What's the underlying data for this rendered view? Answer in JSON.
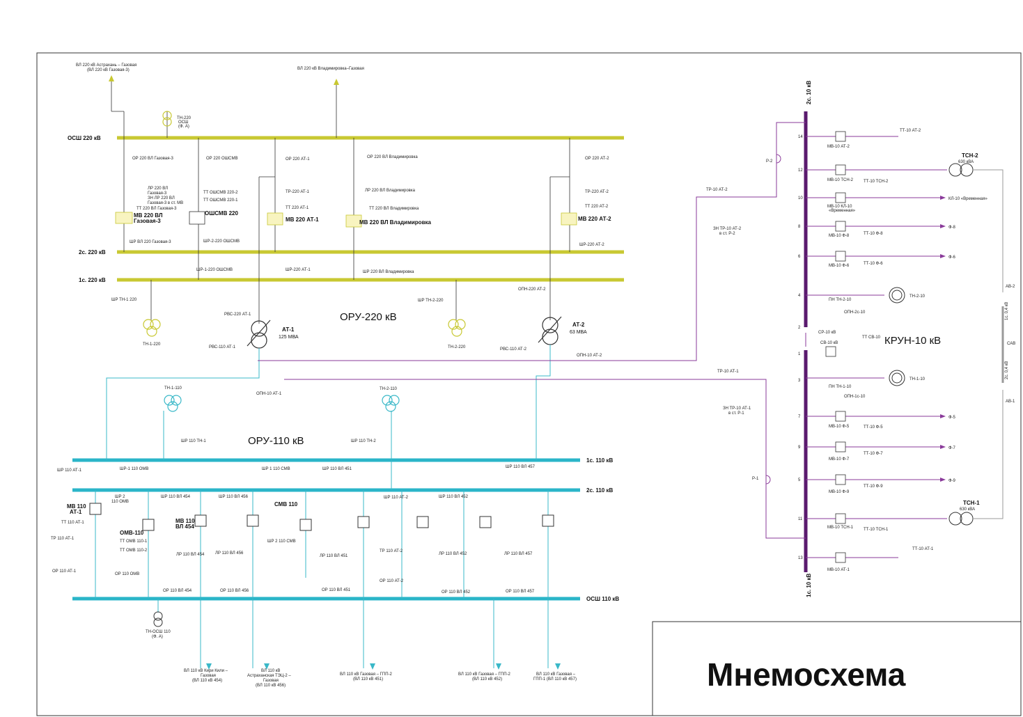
{
  "colors": {
    "bus220": "#c8c832",
    "bus110": "#2ab5c8",
    "line110": "#3ab8c8",
    "bus10": "#5a1a6e",
    "line10": "#8a3a9a",
    "ink": "#222222",
    "aux": "#9a9a9a"
  },
  "title_block": {
    "text": "Мнемосхема"
  },
  "buses220": [
    {
      "label": "ОСШ 220 кВ"
    },
    {
      "label": "2с. 220 кВ"
    },
    {
      "label": "1с. 220 кВ"
    }
  ],
  "buses110": [
    {
      "label": "1с. 110 кВ"
    },
    {
      "label": "2с. 110 кВ"
    },
    {
      "label": "ОСШ 110 кВ"
    }
  ],
  "bus10": {
    "sec2": "2с. 10 кВ",
    "sec1": "1с. 10 кВ"
  },
  "zones": {
    "oru220": "ОРУ-220 кВ",
    "oru110": "ОРУ-110 кВ",
    "krun": "КРУН-10 кВ"
  },
  "top_lines": [
    {
      "text": "ВЛ 220 кВ Астрахань – Газовая"
    },
    {
      "text": "(ВЛ 220 кВ Газовая-3)"
    },
    {
      "text": "ВЛ 220 кВ Владимировка–Газовая"
    }
  ],
  "labels220": [
    {
      "text": "ТН-220"
    },
    {
      "text": "ОСШ"
    },
    {
      "text": "(Ф. А)"
    },
    {
      "text": "ОР 220 ВЛ Газовая-3"
    },
    {
      "text": "ЛР 220 ВЛ"
    },
    {
      "text": "Газовая-3"
    },
    {
      "text": "ЗН ЛР 220 ВЛ"
    },
    {
      "text": "Газовая-3 в ст. МВ"
    },
    {
      "text": "ТТ 220 ВЛ Газовая-3"
    },
    {
      "text": "МВ 220 ВЛ"
    },
    {
      "text": "Газовая-3"
    },
    {
      "text": "ШР ВЛ 220 Газовая-3"
    },
    {
      "text": "ОР 220 ОШСМВ"
    },
    {
      "text": "ТТ ОШСМВ 220-2"
    },
    {
      "text": "ТТ ОШСМВ 220-1"
    },
    {
      "text": "ОШСМВ 220"
    },
    {
      "text": "ШР-2-220 ОШСМВ"
    },
    {
      "text": "ШР-1-220 ОШСМВ"
    },
    {
      "text": "ОР 220 АТ-1"
    },
    {
      "text": "ТР-220 АТ-1"
    },
    {
      "text": "ТТ 220 АТ-1"
    },
    {
      "text": "МВ 220 АТ-1"
    },
    {
      "text": "ШР-220 АТ-1"
    },
    {
      "text": "ОР 220 ВЛ Владимировка"
    },
    {
      "text": "ЛР 220 ВЛ Владимировка"
    },
    {
      "text": "ТТ 220 ВЛ Владимировка"
    },
    {
      "text": "МВ 220 ВЛ Владимировка"
    },
    {
      "text": "ШР 220 ВЛ Владимировка"
    },
    {
      "text": "ОР 220 АТ-2"
    },
    {
      "text": "ТР-220 АТ-2"
    },
    {
      "text": "ТТ 220 АТ-2"
    },
    {
      "text": "МВ 220 АТ-2"
    },
    {
      "text": "ШР-220 АТ-2"
    },
    {
      "text": "ШР ТН-1 220"
    },
    {
      "text": "ТН-1-220"
    },
    {
      "text": "ШР ТН-2-220"
    },
    {
      "text": "ТН-2-220"
    },
    {
      "text": "РВС-220 АТ-1"
    },
    {
      "text": "РВС-110 АТ-1"
    },
    {
      "text": "РВС-110 АТ-2"
    },
    {
      "text": "ОПН-220 АТ-2"
    },
    {
      "text": "ОПН-10 АТ-2"
    },
    {
      "text": "ОПН-10 АТ-1"
    }
  ],
  "transformers": [
    {
      "name": "АТ-1",
      "rating": "125 МВА"
    },
    {
      "name": "АТ-2",
      "rating": "63 МВА"
    }
  ],
  "labels110": [
    {
      "text": "ТН-1-110"
    },
    {
      "text": "ТН-2-110"
    },
    {
      "text": "ШР 110 ТН-1"
    },
    {
      "text": "ШР 110 ТН-2"
    },
    {
      "text": "ШР 110 АТ-1"
    },
    {
      "text": "ШР-1 110 ОМВ"
    },
    {
      "text": "ШР 2"
    },
    {
      "text": "110 ОМВ"
    },
    {
      "text": "МВ 110"
    },
    {
      "text": "АТ-1"
    },
    {
      "text": "ОМВ-110"
    },
    {
      "text": "ТТ ОМВ 110-1"
    },
    {
      "text": "ТТ ОМВ 110-2"
    },
    {
      "text": "ТР 110 АТ-1"
    },
    {
      "text": "ТТ 110 АТ-1"
    },
    {
      "text": "ОР 110 АТ-1"
    },
    {
      "text": "ОР 110 ОМВ"
    },
    {
      "text": "ШР 110 ВЛ 454"
    },
    {
      "text": "МВ 110"
    },
    {
      "text": "ВЛ 454"
    },
    {
      "text": "ЛР 110 ВЛ 454"
    },
    {
      "text": "ОР 110 ВЛ 454"
    },
    {
      "text": "ШР 110 ВЛ 456"
    },
    {
      "text": "ЛР 110 ВЛ 456"
    },
    {
      "text": "ОР 110 ВЛ 456"
    },
    {
      "text": "ШР 1 110 СМВ"
    },
    {
      "text": "СМВ 110"
    },
    {
      "text": "ШР 2 110 СМВ"
    },
    {
      "text": "ШР 110 ВЛ 451"
    },
    {
      "text": "ЛР 110 ВЛ 451"
    },
    {
      "text": "ОР 110 ВЛ 451"
    },
    {
      "text": "ШР 110 АТ-2"
    },
    {
      "text": "ТР 110 АТ-2"
    },
    {
      "text": "ОР 110 АТ-2"
    },
    {
      "text": "ШР 110 ВЛ 452"
    },
    {
      "text": "ЛР 110 ВЛ 452"
    },
    {
      "text": "ОР 110 ВЛ 452"
    },
    {
      "text": "ШР 110 ВЛ 457"
    },
    {
      "text": "ЛР 110 ВЛ 457"
    },
    {
      "text": "ОР 110 ВЛ 457"
    },
    {
      "text": "ТН-ОСШ 110"
    },
    {
      "text": "(Ф. А)"
    }
  ],
  "lines110": [
    {
      "l1": "ВЛ 110 кВ Кири Кили –",
      "l2": "Газовая",
      "l3": "(ВЛ 110 кВ 454)"
    },
    {
      "l1": "ВЛ 110 кВ",
      "l2": "Астраханская ТЭЦ-2 –",
      "l3": "Газовая",
      "l4": "(ВЛ 110 кВ 456)"
    },
    {
      "l1": "ВЛ 110 кВ Газовая – ГПП-2",
      "l2": "(ВЛ 110 кВ 451)"
    },
    {
      "l1": "ВЛ 110 кВ Газовая – ГПП-2",
      "l2": "(ВЛ 110 кВ 452)"
    },
    {
      "l1": "ВЛ 110 кВ Газовая –",
      "l2": "ГПП-1 (ВЛ 110 кВ 457)"
    }
  ],
  "feeders10": [
    {
      "num": "14",
      "label": "МВ-10 АТ-2",
      "tt": "ТТ-10 АТ-2",
      "load": ""
    },
    {
      "num": "12",
      "label": "МВ-10 ТСН-2",
      "tt": "ТТ-10 ТСН-2",
      "load": ""
    },
    {
      "num": "10",
      "label": "МВ-10 КЛ-10",
      "tt": "«Временная»",
      "load": "КЛ-10 «Временная»"
    },
    {
      "num": "8",
      "label": "МВ-10 Ф-8",
      "tt": "ТТ-10 Ф-8",
      "load": "Ф-8"
    },
    {
      "num": "6",
      "label": "МВ-10 Ф-6",
      "tt": "ТТ-10 Ф-6",
      "load": "Ф-6"
    },
    {
      "num": "4",
      "label": "ПН ТН-2-10",
      "tt": "ОПН-2с-10",
      "load": "ТН-2-10"
    },
    {
      "num": "2",
      "label": "СР-10 кВ",
      "tt": "",
      "load": ""
    },
    {
      "num": "1",
      "label": "СВ-10 кВ",
      "tt": "ТТ СВ-10",
      "load": ""
    },
    {
      "num": "3",
      "label": "ПН ТН-1-10",
      "tt": "ОПН-1с-10",
      "load": "ТН-1-10"
    },
    {
      "num": "7",
      "label": "МВ-10 Ф-5",
      "tt": "ТТ-10 Ф-5",
      "load": "Ф-5"
    },
    {
      "num": "9",
      "label": "МВ-10 Ф-7",
      "tt": "ТТ-10 Ф-7",
      "load": "Ф-7"
    },
    {
      "num": "5",
      "label": "МВ-10 Ф-9",
      "tt": "ТТ-10 Ф-9",
      "load": "Ф-9"
    },
    {
      "num": "11",
      "label": "МВ-10 ТСН-1",
      "tt": "ТТ-10 ТСН-1",
      "load": ""
    },
    {
      "num": "13",
      "label": "МВ-10 АТ-1",
      "tt": "ТТ-10 АТ-1",
      "load": ""
    }
  ],
  "tsn": [
    {
      "name": "ТСН-2",
      "rating": "630 кВА"
    },
    {
      "name": "ТСН-1",
      "rating": "630 кВА"
    }
  ],
  "aux04": {
    "ab2": "АВ-2",
    "bus": "1с. 0,4 кВ",
    "cab": "САВ",
    "ab1": "АВ-1",
    "bus2": "2с. 0,4 кВ"
  },
  "links10": [
    {
      "text": "ТР-10 АТ-2"
    },
    {
      "text": "ТР-10 АТ-1"
    },
    {
      "text": "Р-2"
    },
    {
      "text": "Р-1"
    },
    {
      "text": "ЗН ТР-10 АТ-2"
    },
    {
      "text": "в ст. Р-2"
    },
    {
      "text": "ЗН ТР-10 АТ-1"
    },
    {
      "text": "в ст. Р-1"
    }
  ]
}
